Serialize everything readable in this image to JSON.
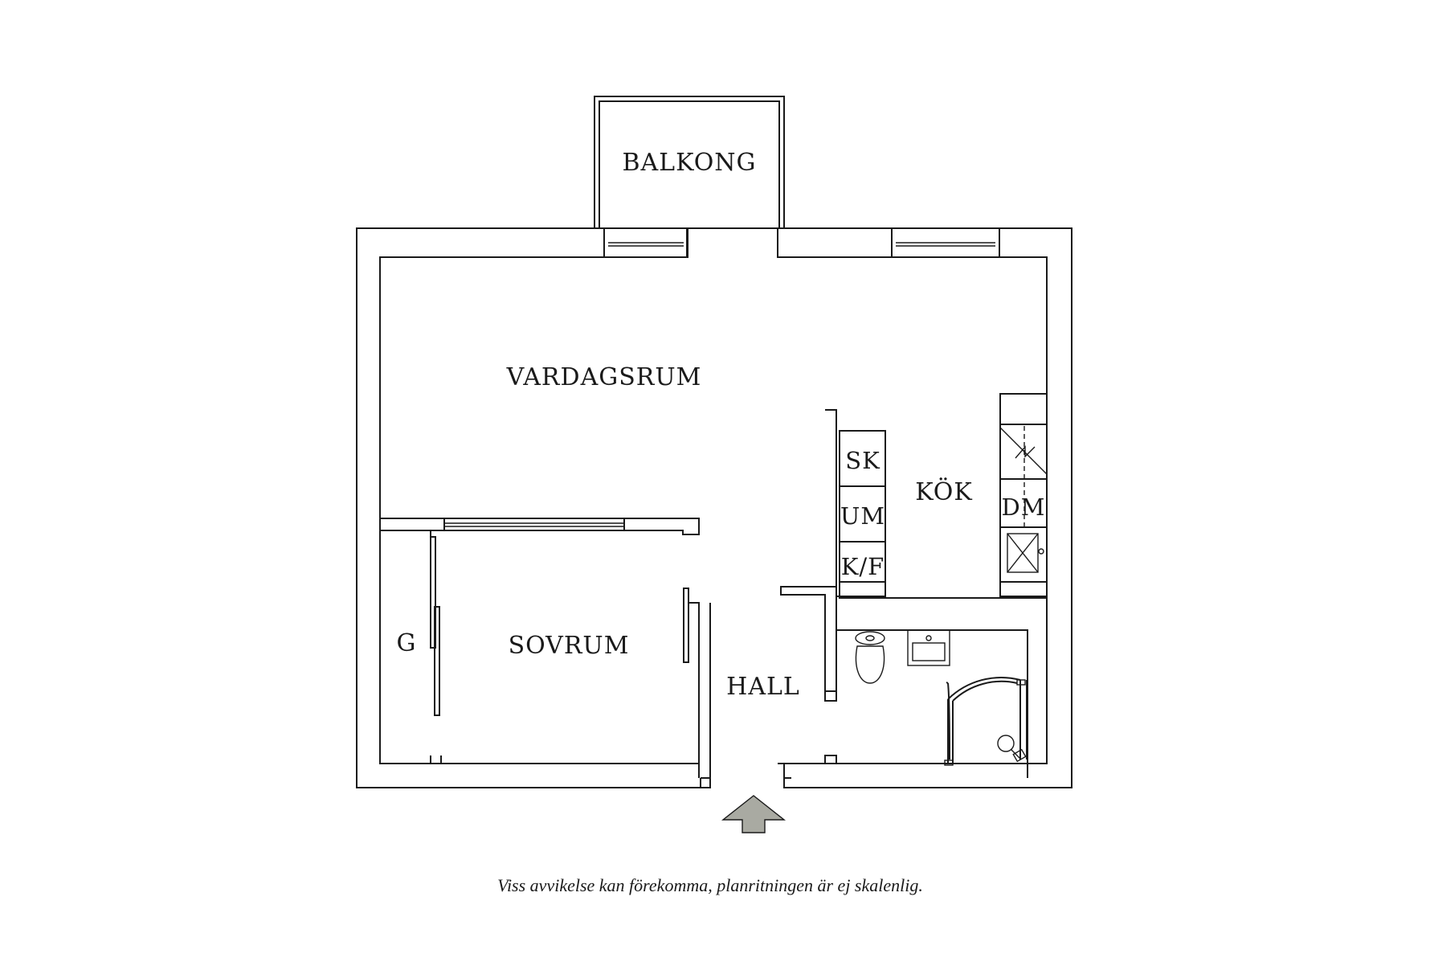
{
  "rooms": {
    "balkong": "BALKONG",
    "vardagsrum": "VARDAGSRUM",
    "kok": "KÖK",
    "sovrum": "SOVRUM",
    "hall": "HALL",
    "garderob": "G"
  },
  "appliances": {
    "sk": "SK",
    "um": "UM",
    "kf": "K/F",
    "dm": "DM"
  },
  "caption": "Viss avvikelse kan förekomma, planritningen är ej skalenlig.",
  "colors": {
    "wall_stroke": "#1a1a1a",
    "entrance_arrow": "#a9aaa2"
  },
  "icons": [
    "entrance-arrow-icon",
    "toilet-icon",
    "sink-icon",
    "shower-icon",
    "stove-icon",
    "window-icon"
  ]
}
